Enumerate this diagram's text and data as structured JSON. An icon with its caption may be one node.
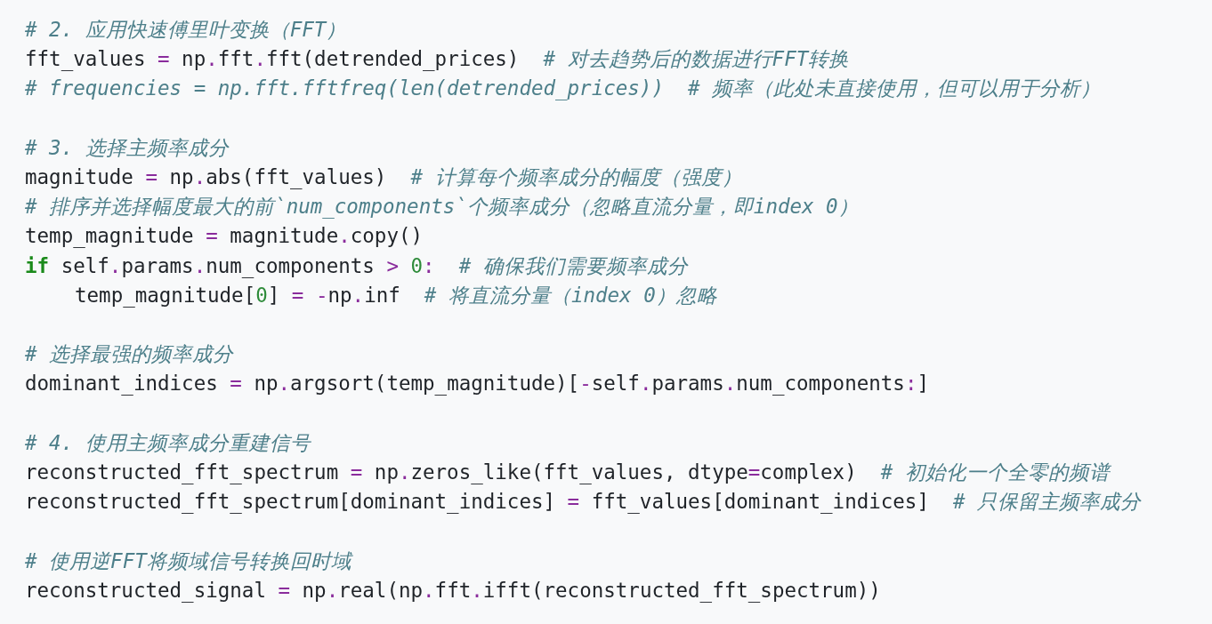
{
  "diagram": {
    "labels": [
      "# 2. 应用快速傅里叶变换（FFT）",
      "fft_values = np.fft.fft(detrended_prices)  # 对去趋势后的数据进行FFT转换",
      "# frequencies = np.fft.fftfreq(len(detrended_prices))  # 频率（此处未直接使用，但可以用于分析）",
      "# 3. 选择主频率成分",
      "magnitude = np.abs(fft_values)  # 计算每个频率成分的幅度（强度）",
      "# 排序并选择幅度最大的前`num_components`个频率成分（忽略直流分量，即index 0）",
      "temp_magnitude = magnitude.copy()",
      "if self.params.num_components > 0:  # 确保我们需要频率成分",
      "temp_magnitude[0] = -np.inf  # 将直流分量（index 0）忽略",
      "# 选择最强的频率成分",
      "dominant_indices = np.argsort(temp_magnitude)[-self.params.num_components:]",
      "# 4. 使用主频率成分重建信号",
      "reconstructed_fft_spectrum = np.zeros_like(fft_values, dtype=complex)  # 初始化一个全零的频谱",
      "reconstructed_fft_spectrum[dominant_indices] = fft_values[dominant_indices]  # 只保留主频率成分",
      "# 使用逆FFT将频域信号转换回时域",
      "reconstructed_signal = np.real(np.fft.ifft(reconstructed_fft_spectrum))"
    ]
  }
}
